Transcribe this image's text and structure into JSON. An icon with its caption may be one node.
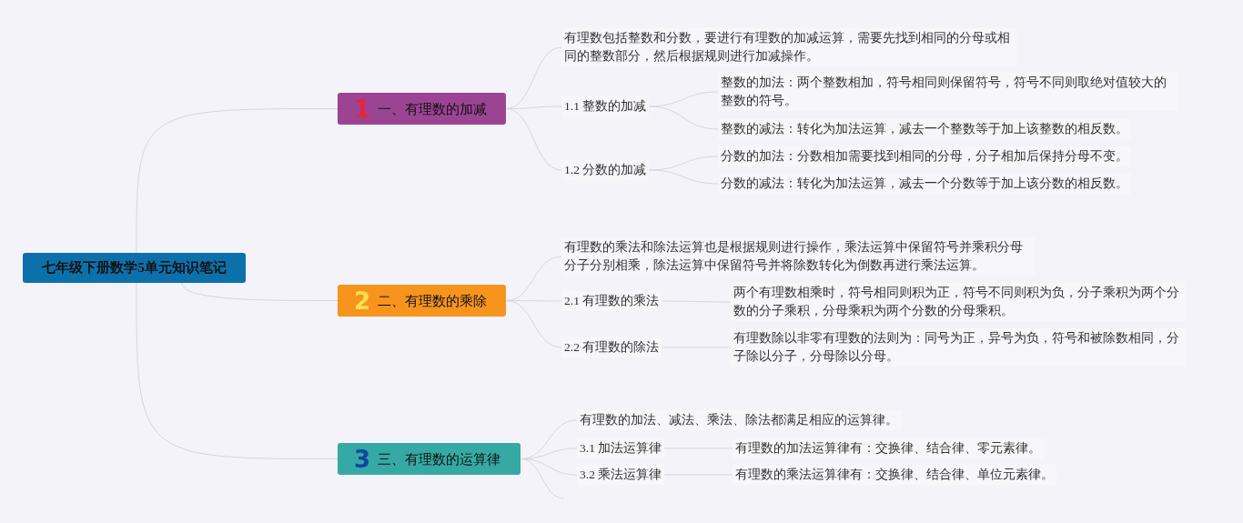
{
  "diagram": {
    "nodes": [
      {
        "text": [
          "七年级下册数学5单元知识笔记"
        ]
      },
      {
        "text": [
          "1",
          "一、有理数的加减"
        ]
      },
      {
        "text": [
          "有理数包括整数和分数，要进行有理数的加减运算，需要先找到相同的分母或相同的整数部分，然后根据规则进行加减操作。"
        ]
      },
      {
        "text": [
          "1.1 整数的加减"
        ]
      },
      {
        "text": [
          "整数的加法：两个整数相加，符号相同则保留符号，符号不同则取绝对值较大的整数的符号。"
        ]
      },
      {
        "text": [
          "整数的减法：转化为加法运算，减去一个整数等于加上该整数的相反数。"
        ]
      },
      {
        "text": [
          "1.2 分数的加减"
        ]
      },
      {
        "text": [
          "分数的加法：分数相加需要找到相同的分母，分子相加后保持分母不变。"
        ]
      },
      {
        "text": [
          "分数的减法：转化为加法运算，减去一个分数等于加上该分数的相反数。"
        ]
      },
      {
        "text": [
          "2",
          "二、有理数的乘除"
        ]
      },
      {
        "text": [
          "有理数的乘法和除法运算也是根据规则进行操作，乘法运算中保留符号并乘积分母分子分别相乘，除法运算中保留符号并将除数转化为倒数再进行乘法运算。"
        ]
      },
      {
        "text": [
          "2.1 有理数的乘法"
        ]
      },
      {
        "text": [
          "两个有理数相乘时，符号相同则积为正，符号不同则积为负，分子乘积为两个分数的分子乘积，分母乘积为两个分数的分母乘积。"
        ]
      },
      {
        "text": [
          "2.2 有理数的除法"
        ]
      },
      {
        "text": [
          "有理数除以非零有理数的法则为：同号为正，异号为负，符号和被除数相同，分子除以分子，分母除以分母。"
        ]
      },
      {
        "text": [
          "3",
          "三、有理数的运算律"
        ]
      },
      {
        "text": [
          "有理数的加法、减法、乘法、除法都满足相应的运算律。"
        ]
      },
      {
        "text": [
          "3.1 加法运算律"
        ]
      },
      {
        "text": [
          "有理数的加法运算律有：交换律、结合律、零元素律。"
        ]
      },
      {
        "text": [
          "3.2 乘法运算律"
        ]
      },
      {
        "text": [
          "有理数的乘法运算律有：交换律、结合律、单位元素律。"
        ]
      }
    ],
    "edges": [
      {
        "from": 0,
        "to": 1,
        "arrow": "none"
      },
      {
        "from": 0,
        "to": 9,
        "arrow": "none"
      },
      {
        "from": 0,
        "to": 15,
        "arrow": "none"
      },
      {
        "from": 1,
        "to": 2,
        "arrow": "none"
      },
      {
        "from": 1,
        "to": 3,
        "arrow": "none"
      },
      {
        "from": 1,
        "to": 6,
        "arrow": "none"
      },
      {
        "from": 3,
        "to": 4,
        "arrow": "none"
      },
      {
        "from": 3,
        "to": 5,
        "arrow": "none"
      },
      {
        "from": 6,
        "to": 7,
        "arrow": "none"
      },
      {
        "from": 6,
        "to": 8,
        "arrow": "none"
      },
      {
        "from": 9,
        "to": 10,
        "arrow": "none"
      },
      {
        "from": 9,
        "to": 11,
        "arrow": "none"
      },
      {
        "from": 9,
        "to": 13,
        "arrow": "none"
      },
      {
        "from": 11,
        "to": 12,
        "arrow": "none"
      },
      {
        "from": 13,
        "to": 14,
        "arrow": "none"
      },
      {
        "from": 15,
        "to": 16,
        "arrow": "none"
      },
      {
        "from": 15,
        "to": 17,
        "arrow": "none"
      },
      {
        "from": 15,
        "to": 19,
        "arrow": "none"
      },
      {
        "from": 15,
        "to": null,
        "arrow": "none"
      },
      {
        "from": 17,
        "to": 18,
        "arrow": "none"
      },
      {
        "from": 19,
        "to": 20,
        "arrow": "none"
      }
    ]
  }
}
